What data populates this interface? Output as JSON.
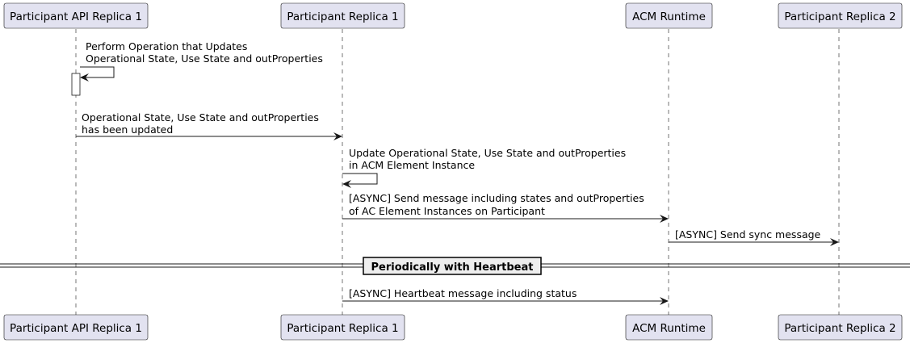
{
  "participants": [
    {
      "id": "api1",
      "name": "Participant API Replica 1"
    },
    {
      "id": "rep1",
      "name": "Participant Replica 1"
    },
    {
      "id": "acm",
      "name": "ACM Runtime"
    },
    {
      "id": "rep2",
      "name": "Participant Replica 2"
    }
  ],
  "messages": [
    {
      "from": "api1",
      "to": "api1",
      "lines": [
        "Perform Operation that Updates",
        "Operational State, Use State and outProperties"
      ]
    },
    {
      "from": "api1",
      "to": "rep1",
      "lines": [
        "Operational State, Use State and outProperties",
        "has been updated"
      ]
    },
    {
      "from": "rep1",
      "to": "rep1",
      "lines": [
        "Update Operational State, Use State and outProperties",
        "in ACM Element Instance"
      ]
    },
    {
      "from": "rep1",
      "to": "acm",
      "lines": [
        "[ASYNC] Send message including states and outProperties",
        "of AC Element Instances on Participant"
      ]
    },
    {
      "from": "acm",
      "to": "rep2",
      "lines": [
        "[ASYNC] Send sync message"
      ]
    },
    {
      "from": "rep1",
      "to": "acm",
      "lines": [
        "[ASYNC] Heartbeat message including status"
      ]
    }
  ],
  "divider": {
    "label": "Periodically with Heartbeat"
  }
}
